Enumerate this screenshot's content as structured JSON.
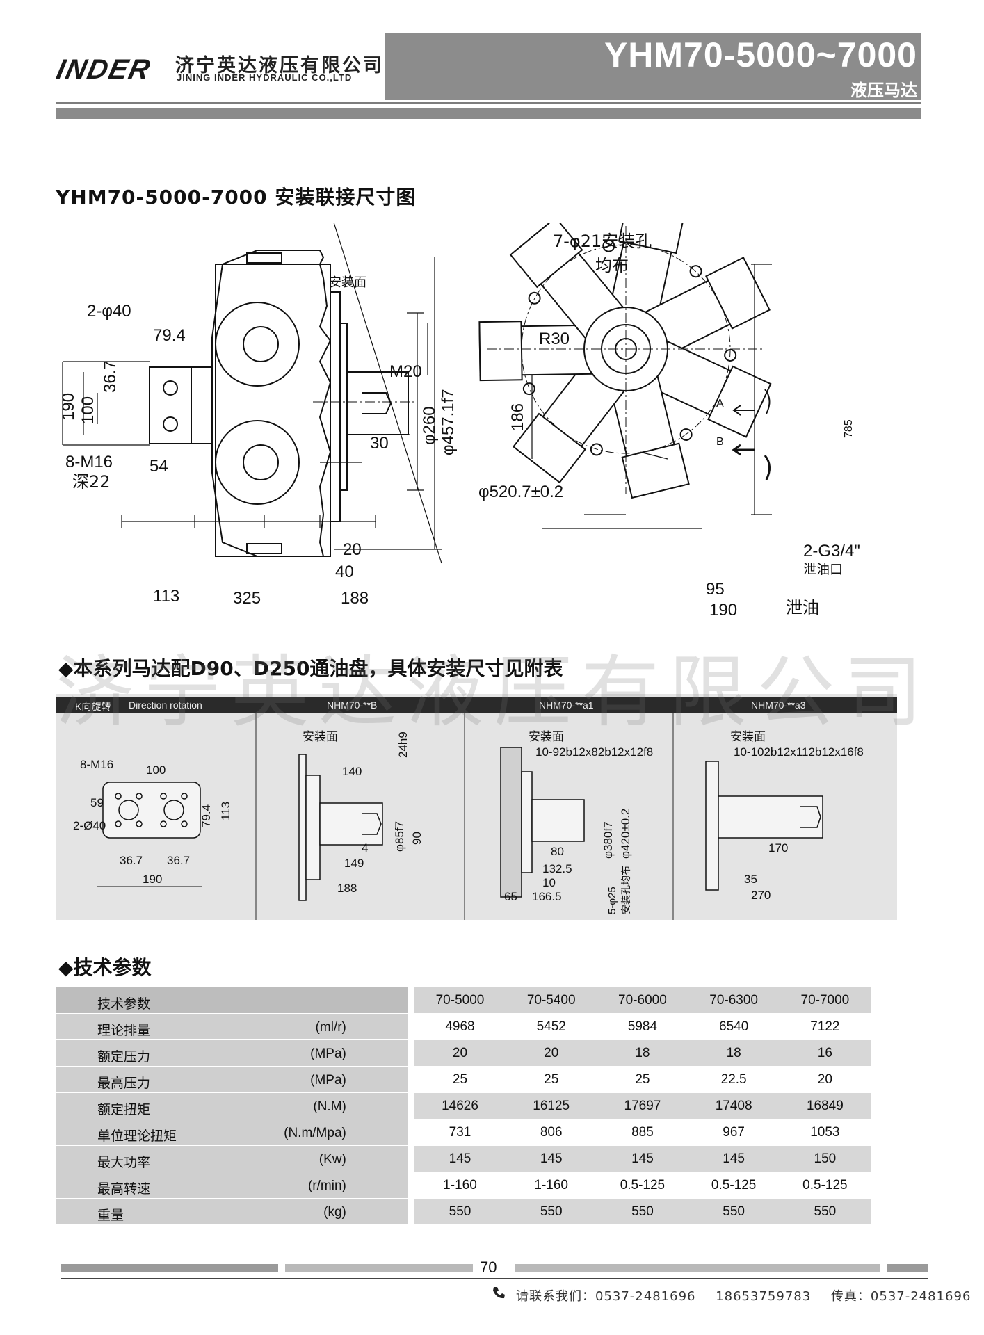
{
  "header": {
    "logo_text": "INDER",
    "company_cn": "济宁英达液压有限公司",
    "company_en": "JINING INDER HYDRAULIC CO.,LTD",
    "model_title": "YHM70-5000~7000",
    "model_subtitle": "液压马达"
  },
  "section1": {
    "title": "YHM70-5000-7000 安装联接尺寸图",
    "drawing_labels": {
      "mount_face": "安装面",
      "holes_2": "2-φ40",
      "dim_79_4": "79.4",
      "dim_36_7": "36.7",
      "dim_190": "190",
      "dim_100": "100",
      "m16": "8-M16",
      "deep22": "深22",
      "dim_54": "54",
      "m20": "M20",
      "dim_30": "30",
      "phi260": "φ260",
      "phi457": "φ457.1f7",
      "dim_20": "20",
      "dim_40": "40",
      "dim_113": "113",
      "dim_325": "325",
      "dim_188": "188",
      "mount_holes": "7-φ21安装孔",
      "uniform": "均布",
      "r30": "R30",
      "dim_186": "186",
      "phi520": "φ520.7±0.2",
      "dim_785": "785",
      "g34": "2-G3/4\"",
      "drain_port": "泄油口",
      "dim_95": "95",
      "dim_190b": "190",
      "drain": "泄油",
      "label_a": "A",
      "label_b": "B"
    }
  },
  "section2": {
    "title": "◆本系列马达配D90、D250通油盘，具体安装尺寸见附表",
    "watermark": "济宁英达液压有限公司",
    "strip_headers": [
      "K向旋转",
      "Direction rotation",
      "NHM70-**B",
      "NHM70-**a1",
      "NHM70-**a3"
    ],
    "panel_k": {
      "m16": "8-M16",
      "d100": "100",
      "d59": "59",
      "hole": "2-Ø40",
      "d79": "79.4",
      "d113": "113",
      "d367a": "36.7",
      "d367b": "36.7",
      "d190": "190"
    },
    "panel_b": {
      "mount": "安装面",
      "d24": "24h9",
      "d140": "140",
      "d85": "φ85f7",
      "d90": "90",
      "d4": "4",
      "d149": "149",
      "d188": "188"
    },
    "panel_a1": {
      "mount": "安装面",
      "spline": "10-92b12x82b12x12f8",
      "d380": "φ380f7",
      "d420": "φ420±0.2",
      "d80": "80",
      "d1325": "132.5",
      "d10": "10",
      "d65": "65",
      "d1665": "166.5",
      "holes": "5-φ25",
      "holes2": "安装孔均布"
    },
    "panel_a3": {
      "mount": "安装面",
      "spline": "10-102b12x112b12x16f8",
      "d170": "170",
      "d35": "35",
      "d270": "270"
    }
  },
  "section3": {
    "title": "◆技术参数",
    "header_label": "技术参数",
    "models": [
      "70-5000",
      "70-5400",
      "70-6000",
      "70-6300",
      "70-7000"
    ],
    "rows": [
      {
        "name": "理论排量",
        "unit": "(ml/r)",
        "values": [
          "4968",
          "5452",
          "5984",
          "6540",
          "7122"
        ]
      },
      {
        "name": "额定压力",
        "unit": "(MPa)",
        "values": [
          "20",
          "20",
          "18",
          "18",
          "16"
        ]
      },
      {
        "name": "最高压力",
        "unit": "(MPa)",
        "values": [
          "25",
          "25",
          "25",
          "22.5",
          "20"
        ]
      },
      {
        "name": "额定扭矩",
        "unit": "(N.M)",
        "values": [
          "14626",
          "16125",
          "17697",
          "17408",
          "16849"
        ]
      },
      {
        "name": "单位理论扭矩",
        "unit": "(N.m/Mpa)",
        "values": [
          "731",
          "806",
          "885",
          "967",
          "1053"
        ]
      },
      {
        "name": "最大功率",
        "unit": "(Kw)",
        "values": [
          "145",
          "145",
          "145",
          "145",
          "150"
        ]
      },
      {
        "name": "最高转速",
        "unit": "(r/min)",
        "values": [
          "1-160",
          "1-160",
          "0.5-125",
          "0.5-125",
          "0.5-125"
        ]
      },
      {
        "name": "重量",
        "unit": "(kg)",
        "values": [
          "550",
          "550",
          "550",
          "550",
          "550"
        ]
      }
    ]
  },
  "footer": {
    "page_number": "70",
    "contact_label": "请联系我们：0537-2481696",
    "mobile": "18653759783",
    "fax": "传真：0537-2481696"
  },
  "colors": {
    "header_panel": "#8c8c8c",
    "rule": "#8a8a8a",
    "strip": "#e4e4e4",
    "table_label": "#cfcfcf"
  }
}
